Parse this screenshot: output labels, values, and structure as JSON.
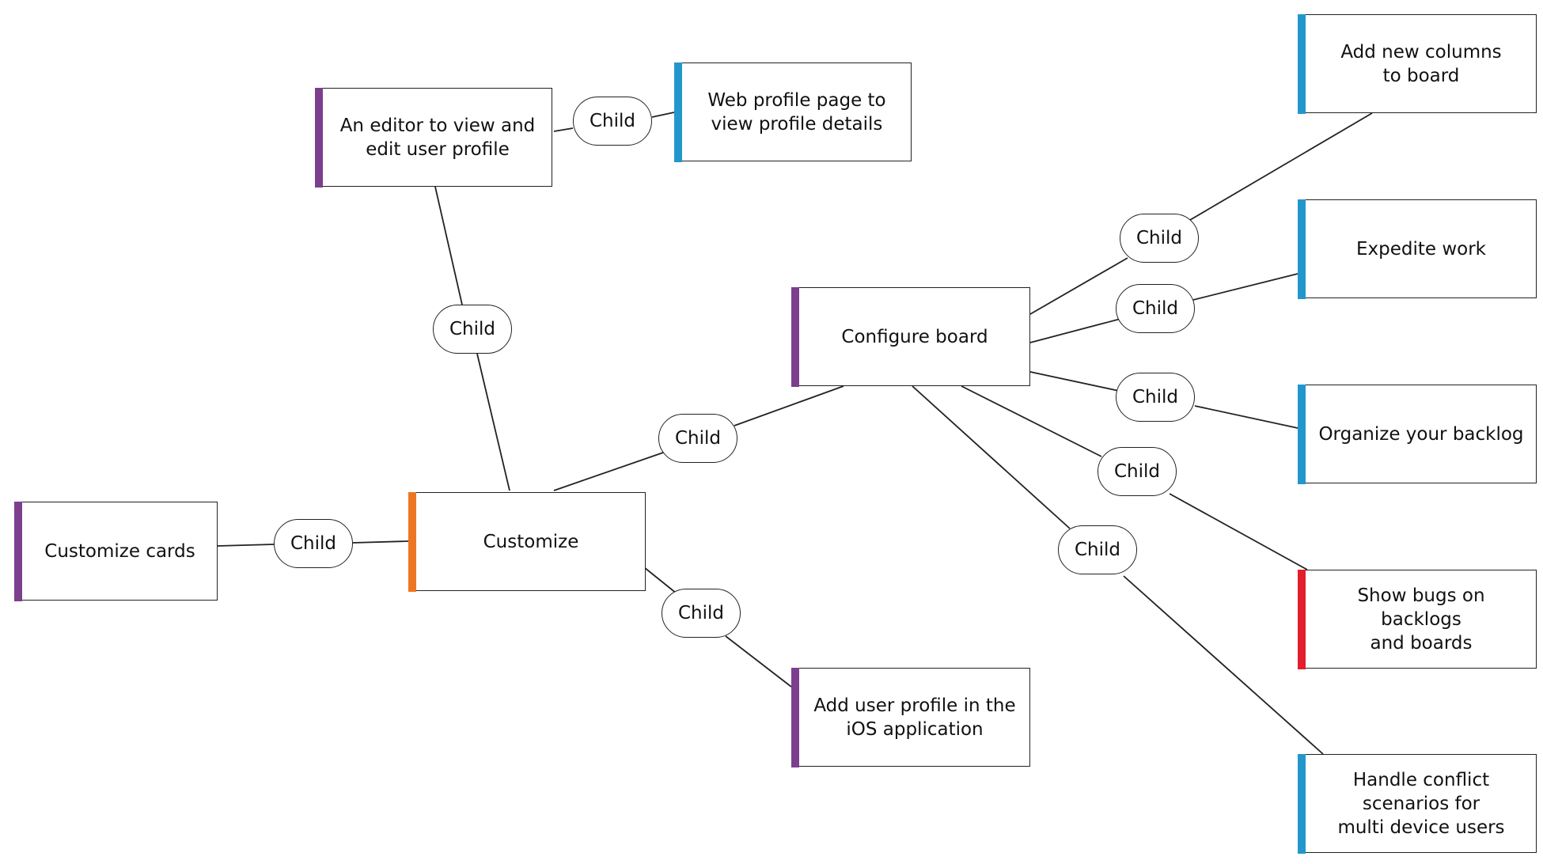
{
  "colors": {
    "purple": "#7b3f8e",
    "blue": "#2397cc",
    "orange": "#ee7623",
    "red": "#e31e2d",
    "line": "#222222"
  },
  "nodes": [
    {
      "id": "customize",
      "label": "Customize",
      "color": "orange"
    },
    {
      "id": "customize-cards",
      "label": "Customize cards",
      "color": "purple"
    },
    {
      "id": "editor-user-profile",
      "label": "An editor to view and\nedit user profile",
      "color": "purple"
    },
    {
      "id": "web-profile-page",
      "label": "Web profile page to\nview profile details",
      "color": "blue"
    },
    {
      "id": "configure-board",
      "label": "Configure board",
      "color": "purple"
    },
    {
      "id": "add-user-profile-ios",
      "label": "Add user profile in the\niOS application",
      "color": "purple"
    },
    {
      "id": "add-new-columns",
      "label": "Add new columns\nto board",
      "color": "blue"
    },
    {
      "id": "expedite-work",
      "label": "Expedite work",
      "color": "blue"
    },
    {
      "id": "organize-backlog",
      "label": "Organize your backlog",
      "color": "blue"
    },
    {
      "id": "show-bugs",
      "label": "Show bugs on backlogs\nand boards",
      "color": "red"
    },
    {
      "id": "handle-conflict",
      "label": "Handle conflict\nscenarios for\nmulti device users",
      "color": "blue"
    }
  ],
  "edges": [
    {
      "id": "e1",
      "from": "customize",
      "to": "customize-cards",
      "label": "Child"
    },
    {
      "id": "e2",
      "from": "customize",
      "to": "editor-user-profile",
      "label": "Child"
    },
    {
      "id": "e3",
      "from": "editor-user-profile",
      "to": "web-profile-page",
      "label": "Child"
    },
    {
      "id": "e4",
      "from": "customize",
      "to": "configure-board",
      "label": "Child"
    },
    {
      "id": "e5",
      "from": "customize",
      "to": "add-user-profile-ios",
      "label": "Child"
    },
    {
      "id": "e6",
      "from": "configure-board",
      "to": "add-new-columns",
      "label": "Child"
    },
    {
      "id": "e7",
      "from": "configure-board",
      "to": "expedite-work",
      "label": "Child"
    },
    {
      "id": "e8",
      "from": "configure-board",
      "to": "organize-backlog",
      "label": "Child"
    },
    {
      "id": "e9",
      "from": "configure-board",
      "to": "show-bugs",
      "label": "Child"
    },
    {
      "id": "e10",
      "from": "configure-board",
      "to": "handle-conflict",
      "label": "Child"
    }
  ]
}
